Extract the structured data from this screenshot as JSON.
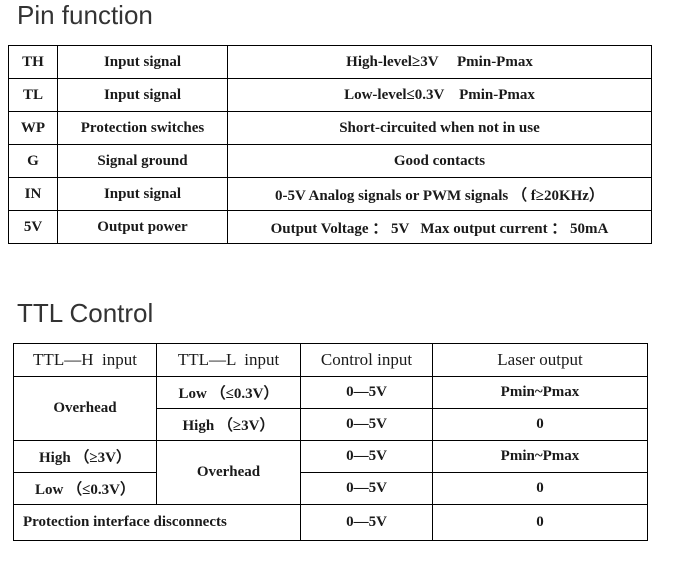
{
  "pin_section": {
    "title": "Pin function",
    "rows": [
      {
        "pin": "TH",
        "function": "Input signal",
        "description": "High-level≥3V     Pmin-Pmax"
      },
      {
        "pin": "TL",
        "function": "Input signal",
        "description": "Low-level≤0.3V    Pmin-Pmax"
      },
      {
        "pin": "WP",
        "function": "Protection switches",
        "description": "Short-circuited when not in use"
      },
      {
        "pin": "G",
        "function": "Signal ground",
        "description": "Good contacts"
      },
      {
        "pin": "IN",
        "function": "Input signal",
        "description": "0-5V Analog signals or PWM signals （ f≥20KHz）"
      },
      {
        "pin": "5V",
        "function": "Output power",
        "description": "Output Voltage ： 5V   Max output current ： 50mA"
      }
    ]
  },
  "ttl_section": {
    "title": "TTL Control",
    "headers": [
      "TTL—H  input",
      "TTL—L  input",
      "Control input",
      "Laser output"
    ],
    "overhead": "Overhead",
    "rows": [
      {
        "ttl_l": "Low （≤0.3V）",
        "control": "0—5V",
        "output": "Pmin~Pmax"
      },
      {
        "ttl_l": "High （≥3V）",
        "control": "0—5V",
        "output": "0"
      },
      {
        "ttl_h": "High （≥3V）",
        "control": "0—5V",
        "output": "Pmin~Pmax"
      },
      {
        "ttl_h": "Low （≤0.3V）",
        "control": "0—5V",
        "output": "0"
      }
    ],
    "protection_row": {
      "label": "Protection interface disconnects",
      "control": "0—5V",
      "output": "0"
    }
  }
}
